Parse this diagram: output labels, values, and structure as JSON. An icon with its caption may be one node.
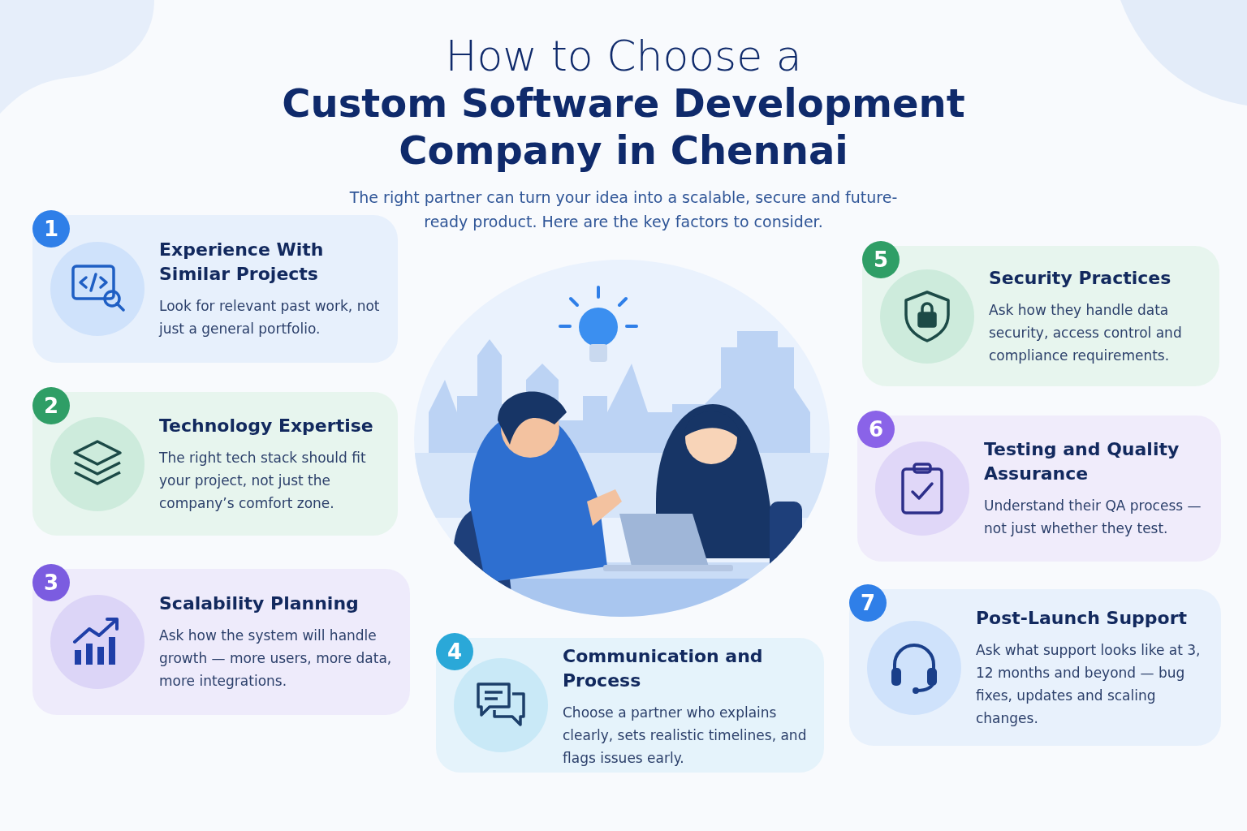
{
  "diagram": {
    "title": "How to Choose a **Custom Software Development Company in Chennai**",
    "caption": "The right partner can turn your idea into a scalable, secure and future-ready product. Here are the key factors to consider.",
    "nodes": [
      {
        "text": [
          "1",
          "Experience With Similar Projects",
          "Look for relevant past work, not just a general portfolio."
        ]
      },
      {
        "text": [
          "2",
          "Technology Expertise",
          "The right tech stack should fit your project, not just the company’s comfort zone."
        ]
      },
      {
        "text": [
          "3",
          "Scalability Planning",
          "Ask how the system will handle growth — more users, more data, more integrations."
        ]
      },
      {
        "text": [
          "4",
          "Communication and Process",
          "Choose a partner who explains clearly, sets realistic timelines, and flags issues early."
        ]
      },
      {
        "text": [
          "5",
          "Security Practices",
          "Ask how they handle data security, access control and compliance requirements."
        ]
      },
      {
        "text": [
          "6",
          "Testing and Quality Assurance",
          "Understand their QA process — not just whether they test."
        ]
      },
      {
        "text": [
          "7",
          "Post-Launch Support",
          "Ask what support looks like at 3, 12 months and beyond — bug fixes, updates and scaling changes."
        ]
      }
    ],
    "edges": []
  }
}
